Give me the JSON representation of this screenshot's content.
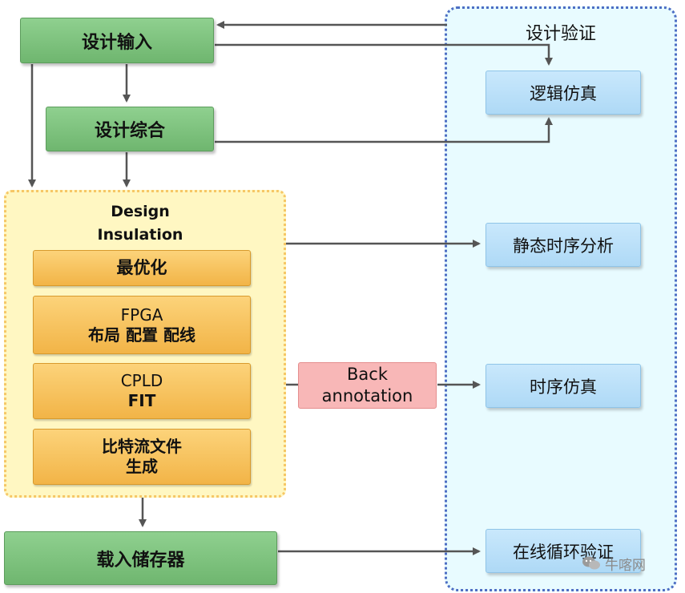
{
  "verification_group": {
    "title": "设计验证",
    "items": [
      "逻辑仿真",
      "静态时序分析",
      "时序仿真",
      "在线循环验证"
    ]
  },
  "left_flow": {
    "design_input": "设计输入",
    "synthesis": "设计综合",
    "load_storage": "载入储存器"
  },
  "insulation": {
    "title_line1": "Design",
    "title_line2": "Insulation",
    "steps": [
      {
        "line1": "最优化",
        "line2": ""
      },
      {
        "line1": "FPGA",
        "line2": "布局 配置 配线"
      },
      {
        "line1": "CPLD",
        "line2": "FIT"
      },
      {
        "line1": "比特流文件",
        "line2": "生成"
      }
    ]
  },
  "back_annotation": {
    "line1": "Back",
    "line2": "annotation"
  },
  "watermark": "牛喀网",
  "colors": {
    "green": "#7cc27c",
    "orange": "#f5be55",
    "blue": "#bfe2fa",
    "pink": "#f8b7b7",
    "arrow": "#555555",
    "insulation_border": "#f6c766",
    "verification_border": "#4d6ec4"
  }
}
